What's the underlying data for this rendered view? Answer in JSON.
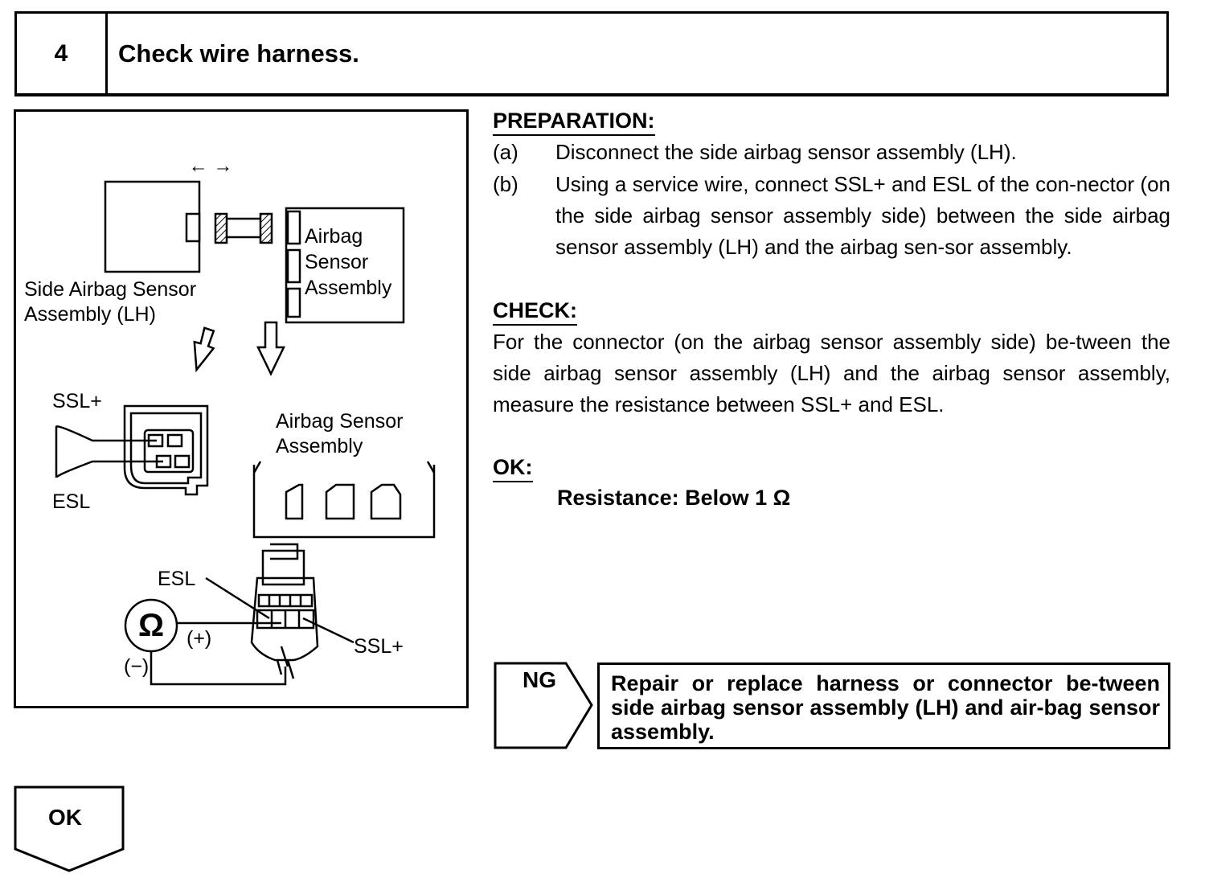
{
  "step": {
    "number": "4",
    "title": "Check wire harness."
  },
  "figure": {
    "side_sensor_label_line1": "Side Airbag Sensor",
    "side_sensor_label_line2": "Assembly (LH)",
    "airbag_sensor_top_line1": "Airbag",
    "airbag_sensor_top_line2": "Sensor",
    "airbag_sensor_top_line3": "Assembly",
    "ssl_plus_top": "SSL+",
    "esl_top": "ESL",
    "airbag_sensor_mid_line1": "Airbag Sensor",
    "airbag_sensor_mid_line2": "Assembly",
    "esl_bottom": "ESL",
    "ssl_plus_bottom": "SSL+",
    "ohmmeter_symbol": "Ω",
    "plus_lead": "(+)",
    "minus_lead": "(−)",
    "disconnect_arrows": "← →",
    "icons": [
      "ohmmeter-icon",
      "connector-icon",
      "down-arrow-icon"
    ]
  },
  "preparation": {
    "heading": "PREPARATION:",
    "steps": [
      {
        "letter": "(a)",
        "text": "Disconnect the side airbag sensor assembly (LH)."
      },
      {
        "letter": "(b)",
        "text": "Using a service wire, connect SSL+ and ESL of the con-nector (on the side airbag sensor assembly side) between the side airbag sensor assembly (LH) and the airbag sen-sor assembly."
      }
    ]
  },
  "check": {
    "heading": "CHECK:",
    "text": "For the connector (on the airbag sensor assembly side) be-tween the side airbag sensor assembly (LH) and the airbag sensor assembly, measure the resistance between SSL+ and ESL."
  },
  "ok": {
    "heading": "OK:",
    "spec": "Resistance: Below 1 Ω"
  },
  "ng_result": {
    "label": "NG",
    "action": "Repair or replace harness or connector be-tween side airbag sensor assembly (LH) and air-bag sensor assembly."
  },
  "ok_result": {
    "label": "OK"
  }
}
